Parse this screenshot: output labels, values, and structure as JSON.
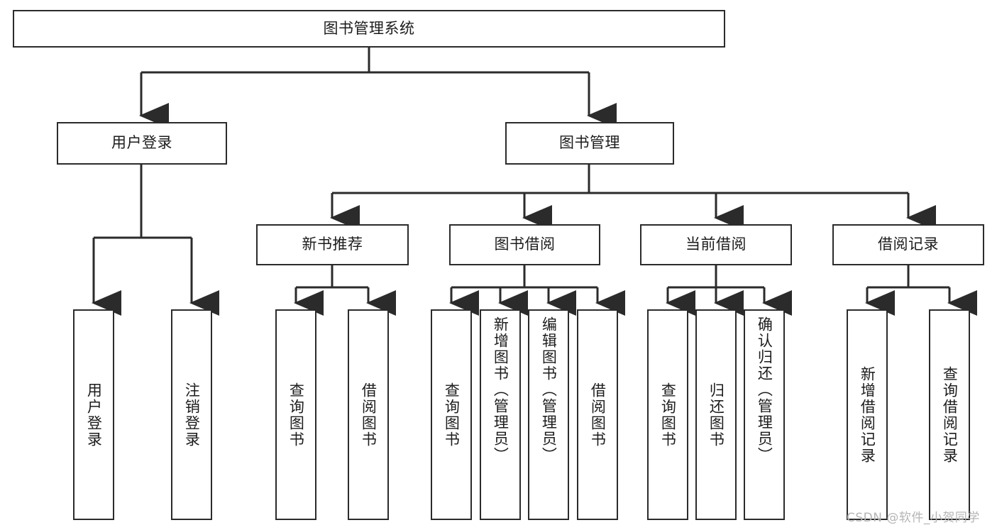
{
  "diagram": {
    "type": "hierarchy-tree",
    "title": "图书管理系统",
    "root": {
      "label": "图书管理系统"
    },
    "level2": [
      {
        "label": "用户登录"
      },
      {
        "label": "图书管理"
      }
    ],
    "level3": [
      {
        "label": "新书推荐"
      },
      {
        "label": "图书借阅"
      },
      {
        "label": "当前借阅"
      },
      {
        "label": "借阅记录"
      }
    ],
    "leaves": {
      "user_login": [
        {
          "label": "用户登录"
        },
        {
          "label": "注销登录"
        }
      ],
      "new_book_recommend": [
        {
          "label": "查询图书"
        },
        {
          "label": "借阅图书"
        }
      ],
      "book_borrow": [
        {
          "label": "查询图书"
        },
        {
          "label": "新增图书（管理员）"
        },
        {
          "label": "编辑图书（管理员）"
        },
        {
          "label": "借阅图书"
        }
      ],
      "current_borrow": [
        {
          "label": "查询图书"
        },
        {
          "label": "归还图书"
        },
        {
          "label": "确认归还（管理员）"
        }
      ],
      "borrow_record": [
        {
          "label": "新增借阅记录"
        },
        {
          "label": "查询借阅记录"
        }
      ]
    },
    "colors": {
      "stroke": "#2b2b2b",
      "text": "#1c1c1c",
      "background": "#ffffff",
      "watermark": "#b5b5b5"
    }
  },
  "watermark": {
    "text": "CSDN @软件_小贺同学"
  }
}
